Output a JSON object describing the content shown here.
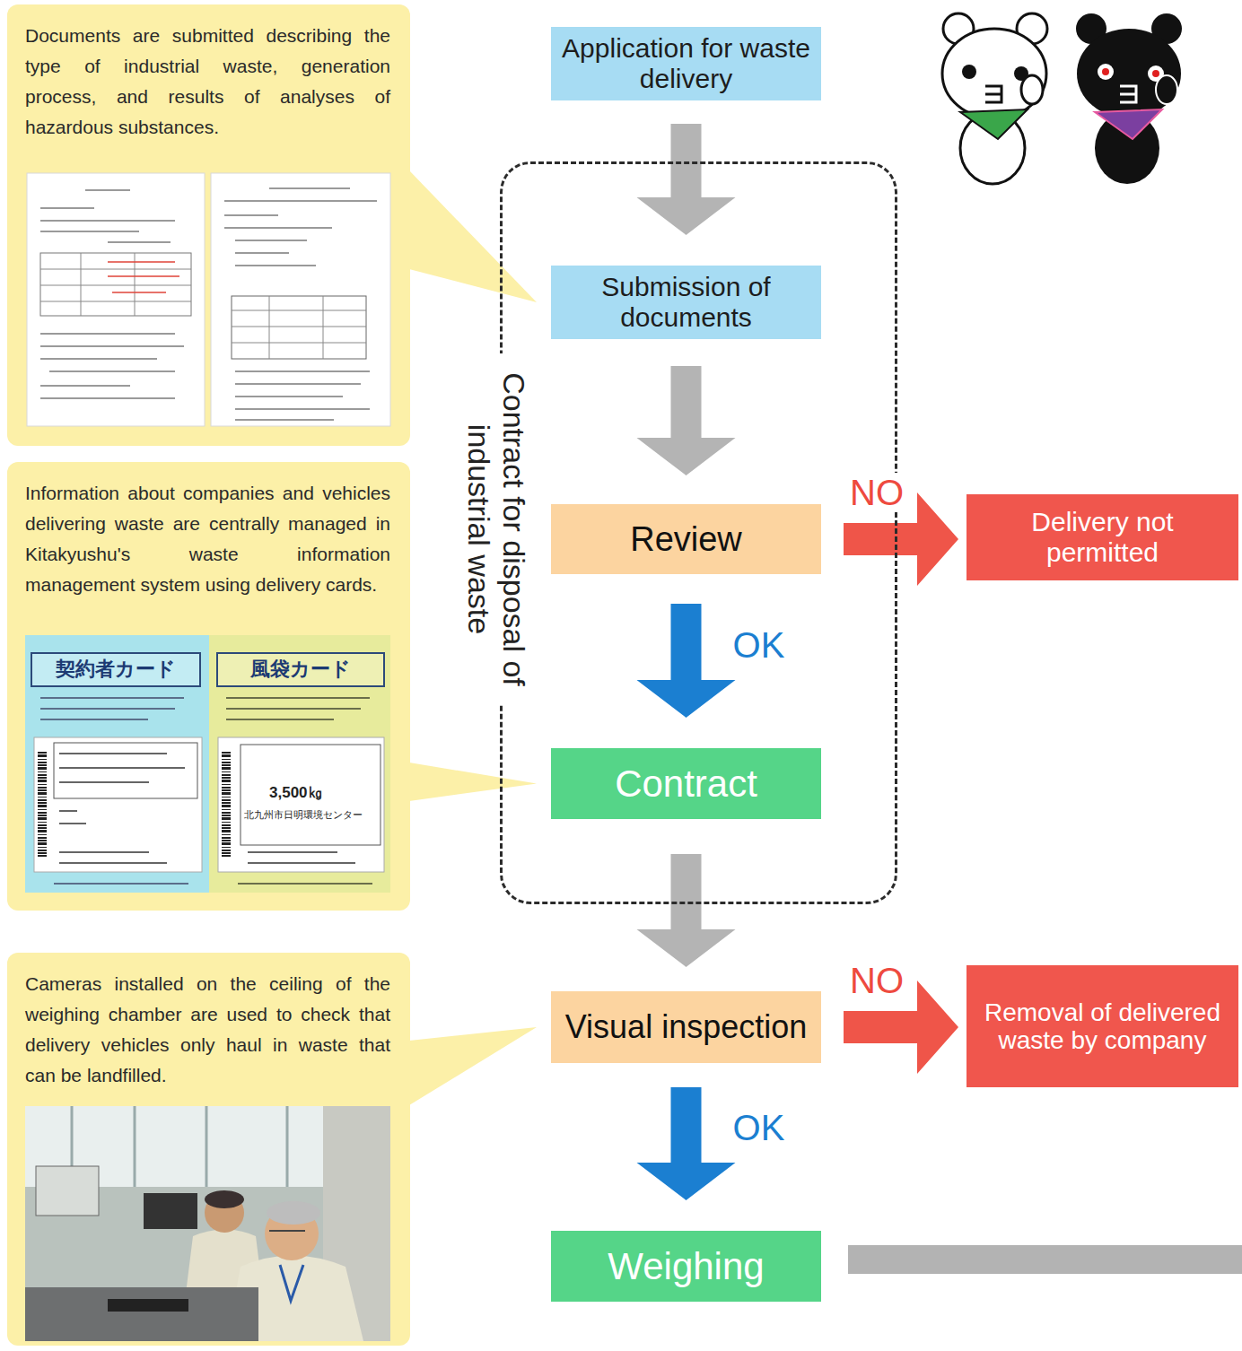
{
  "diagram": {
    "nodes": [
      {
        "text": [
          "Application for waste delivery"
        ]
      },
      {
        "text": [
          "Contract for disposal of industrial waste"
        ]
      },
      {
        "text": [
          "Submission of documents"
        ],
        "in": 1
      },
      {
        "text": [
          "Review"
        ],
        "in": 1
      },
      {
        "text": [
          "Contract"
        ],
        "in": 1
      },
      {
        "text": [
          "Delivery not permitted"
        ]
      },
      {
        "text": [
          "Visual inspection"
        ]
      },
      {
        "text": [
          "Removal of delivered waste by company"
        ]
      },
      {
        "text": [
          "Weighing"
        ]
      },
      {
        "text": [
          "Documents are submitted describing the type of industrial waste, generation process, and results of analyses of hazardous substances."
        ]
      },
      {
        "text": [
          "Information about companies and vehicles delivering waste are centrally managed in Kitakyushu's waste information management system using delivery cards."
        ]
      },
      {
        "text": [
          "Cameras installed on the ceiling of the weighing chamber are used to check that delivery vehicles only haul in waste that can be landfilled."
        ]
      }
    ],
    "edges": [
      {
        "from": 0,
        "to": 2,
        "arrow": "to"
      },
      {
        "from": 2,
        "to": 3,
        "arrow": "to"
      },
      {
        "from": 3,
        "to": 4,
        "label": "OK",
        "arrow": "to"
      },
      {
        "from": 3,
        "to": 5,
        "label": "NO",
        "arrow": "to"
      },
      {
        "from": 4,
        "to": 6,
        "arrow": "to"
      },
      {
        "from": 6,
        "to": 8,
        "label": "OK",
        "arrow": "to"
      },
      {
        "from": 6,
        "to": 7,
        "label": "NO",
        "arrow": "to"
      },
      {
        "from": 9,
        "to": 2,
        "arrow": "none"
      },
      {
        "from": 10,
        "to": 4,
        "arrow": "none"
      },
      {
        "from": 11,
        "to": 6,
        "arrow": "none"
      }
    ],
    "labels": [
      "契約者カード",
      "風袋カード",
      "3,500㎏",
      "北九州市日明環境センター"
    ]
  }
}
